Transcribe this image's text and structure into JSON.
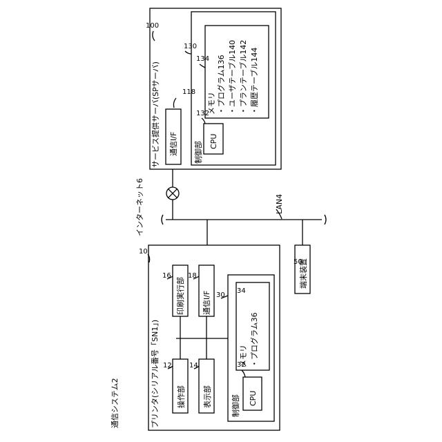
{
  "system_title": "通信システム2",
  "printer": {
    "ref": "10",
    "title": "プリンタ(シリアル番号「SN1」)",
    "operation_ref": "12",
    "operation": "操作部",
    "display_ref": "14",
    "display": "表示部",
    "print_ref": "16",
    "print": "印刷実行部",
    "comm_ref": "18",
    "comm": "通信I/F",
    "control_ref": "30",
    "control": "制御部",
    "cpu_ref": "32",
    "cpu": "CPU",
    "memory_ref": "34",
    "memory": "メモリ",
    "memory_items": [
      "・プログラム36"
    ]
  },
  "server": {
    "ref": "100",
    "title": "サービス提供サーバ(SPサーバ)",
    "comm_ref": "118",
    "comm": "通信I/F",
    "control_ref": "130",
    "control": "制御部",
    "cpu_ref": "132",
    "cpu": "CPU",
    "memory_ref": "134",
    "memory": "メモリ",
    "memory_items": [
      "・プログラム136",
      "・ユーザテーブル140",
      "・プランテーブル142",
      "・履歴テーブル144"
    ]
  },
  "network": {
    "internet": "インターネット6",
    "lan": "LAN4"
  },
  "terminal": {
    "ref": "50",
    "label": "端末装置"
  }
}
